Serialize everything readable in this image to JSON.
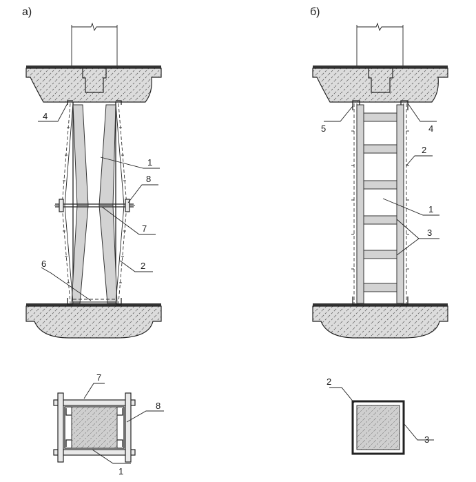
{
  "panels": {
    "a": "а)",
    "b": "б)"
  },
  "labels": {
    "a": [
      "4",
      "1",
      "8",
      "7",
      "2",
      "6"
    ],
    "b": [
      "5",
      "4",
      "2",
      "1",
      "3"
    ],
    "sa": [
      "7",
      "8",
      "1"
    ],
    "sb": [
      "2",
      "3"
    ]
  }
}
